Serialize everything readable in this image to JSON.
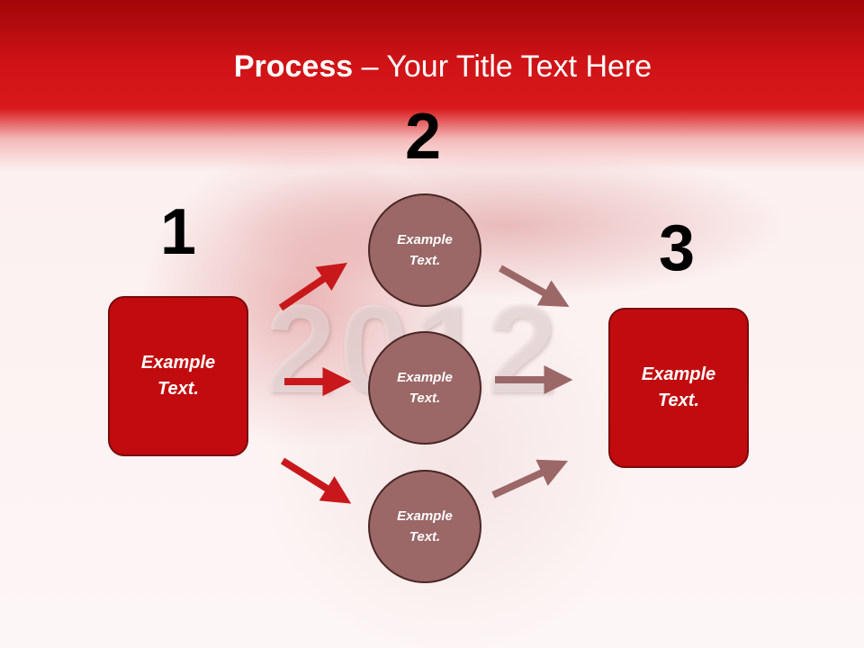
{
  "title": {
    "bold": "Process",
    "rest": " – Your Title Text Here"
  },
  "background_text": "2012",
  "steps": [
    {
      "number": "1",
      "text": "Example Text."
    },
    {
      "number": "2",
      "text": ""
    },
    {
      "number": "3",
      "text": "Example Text."
    }
  ],
  "circles": [
    {
      "text": "Example Text."
    },
    {
      "text": "Example Text."
    },
    {
      "text": "Example Text."
    }
  ],
  "colors": {
    "header": "#cf1316",
    "box": "#c20b0e",
    "circle": "#9b6767",
    "arrow_left": "#c8181b",
    "arrow_right": "#9b6767"
  }
}
